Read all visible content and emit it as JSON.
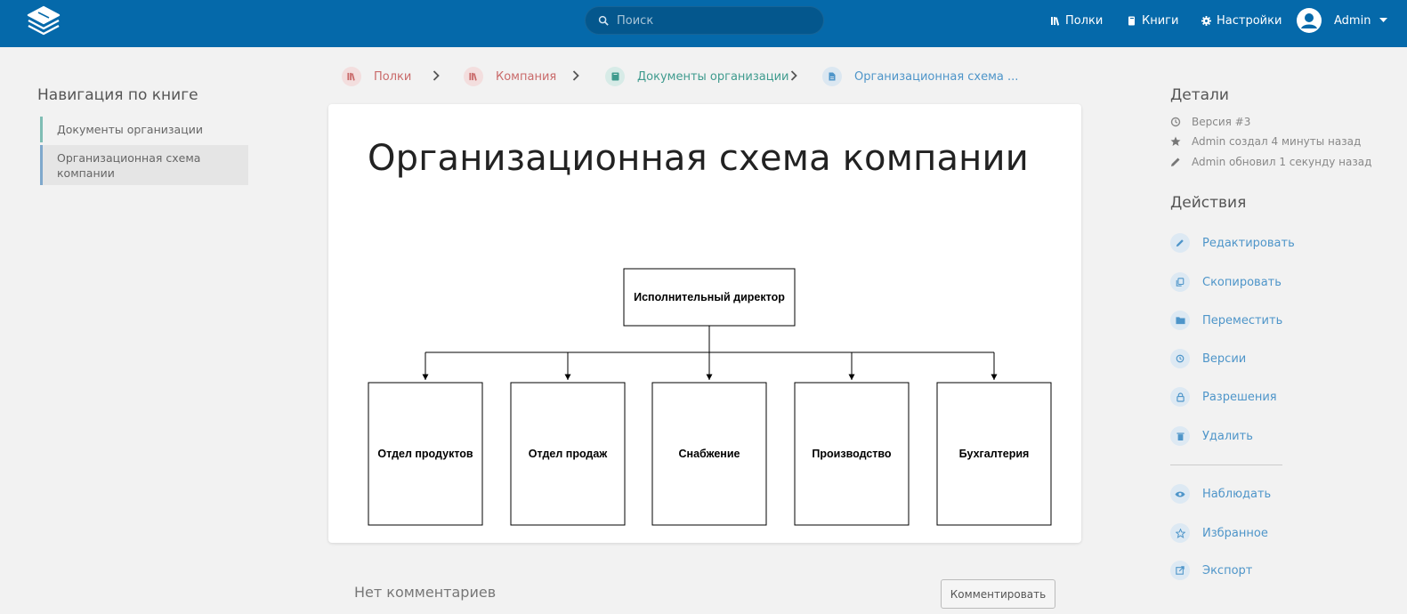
{
  "header": {
    "search_placeholder": "Поиск",
    "nav": [
      {
        "label": "Полки",
        "icon": "shelves-icon"
      },
      {
        "label": "Книги",
        "icon": "books-icon"
      },
      {
        "label": "Настройки",
        "icon": "gear-icon"
      }
    ],
    "user": "Admin",
    "color": "#0569aa"
  },
  "sidebar": {
    "title": "Навигация по книге",
    "items": [
      {
        "label": "Документы организации"
      },
      {
        "label": "Организационная схема компании"
      }
    ]
  },
  "breadcrumbs": [
    {
      "label": "Полки",
      "color": "#c96a6a"
    },
    {
      "label": "Компания",
      "color": "#c96a6a"
    },
    {
      "label": "Документы организации",
      "color": "#3f9b8e"
    },
    {
      "label": "Организационная схема ...",
      "color": "#4e95c9"
    }
  ],
  "page": {
    "title": "Организационная схема компании",
    "diagram": {
      "root": "Исполнительный директор",
      "children": [
        "Отдел продуктов",
        "Отдел продаж",
        "Снабжение",
        "Производство",
        "Бухгалтерия"
      ]
    }
  },
  "comments": {
    "title": "Нет комментариев",
    "button": "Комментировать"
  },
  "details": {
    "title": "Детали",
    "revision": "Версия #3",
    "created": "Admin создал 4 минуты назад",
    "updated": "Admin обновил 1 секунду назад"
  },
  "actions": {
    "title": "Действия",
    "items": [
      {
        "label": "Редактировать",
        "icon": "pencil-icon"
      },
      {
        "label": "Скопировать",
        "icon": "copy-icon"
      },
      {
        "label": "Переместить",
        "icon": "folder-icon"
      },
      {
        "label": "Версии",
        "icon": "history-icon"
      },
      {
        "label": "Разрешения",
        "icon": "lock-icon"
      },
      {
        "label": "Удалить",
        "icon": "trash-icon"
      },
      {
        "label": "Наблюдать",
        "icon": "eye-icon"
      },
      {
        "label": "Избранное",
        "icon": "star-icon"
      },
      {
        "label": "Экспорт",
        "icon": "export-icon"
      }
    ]
  }
}
